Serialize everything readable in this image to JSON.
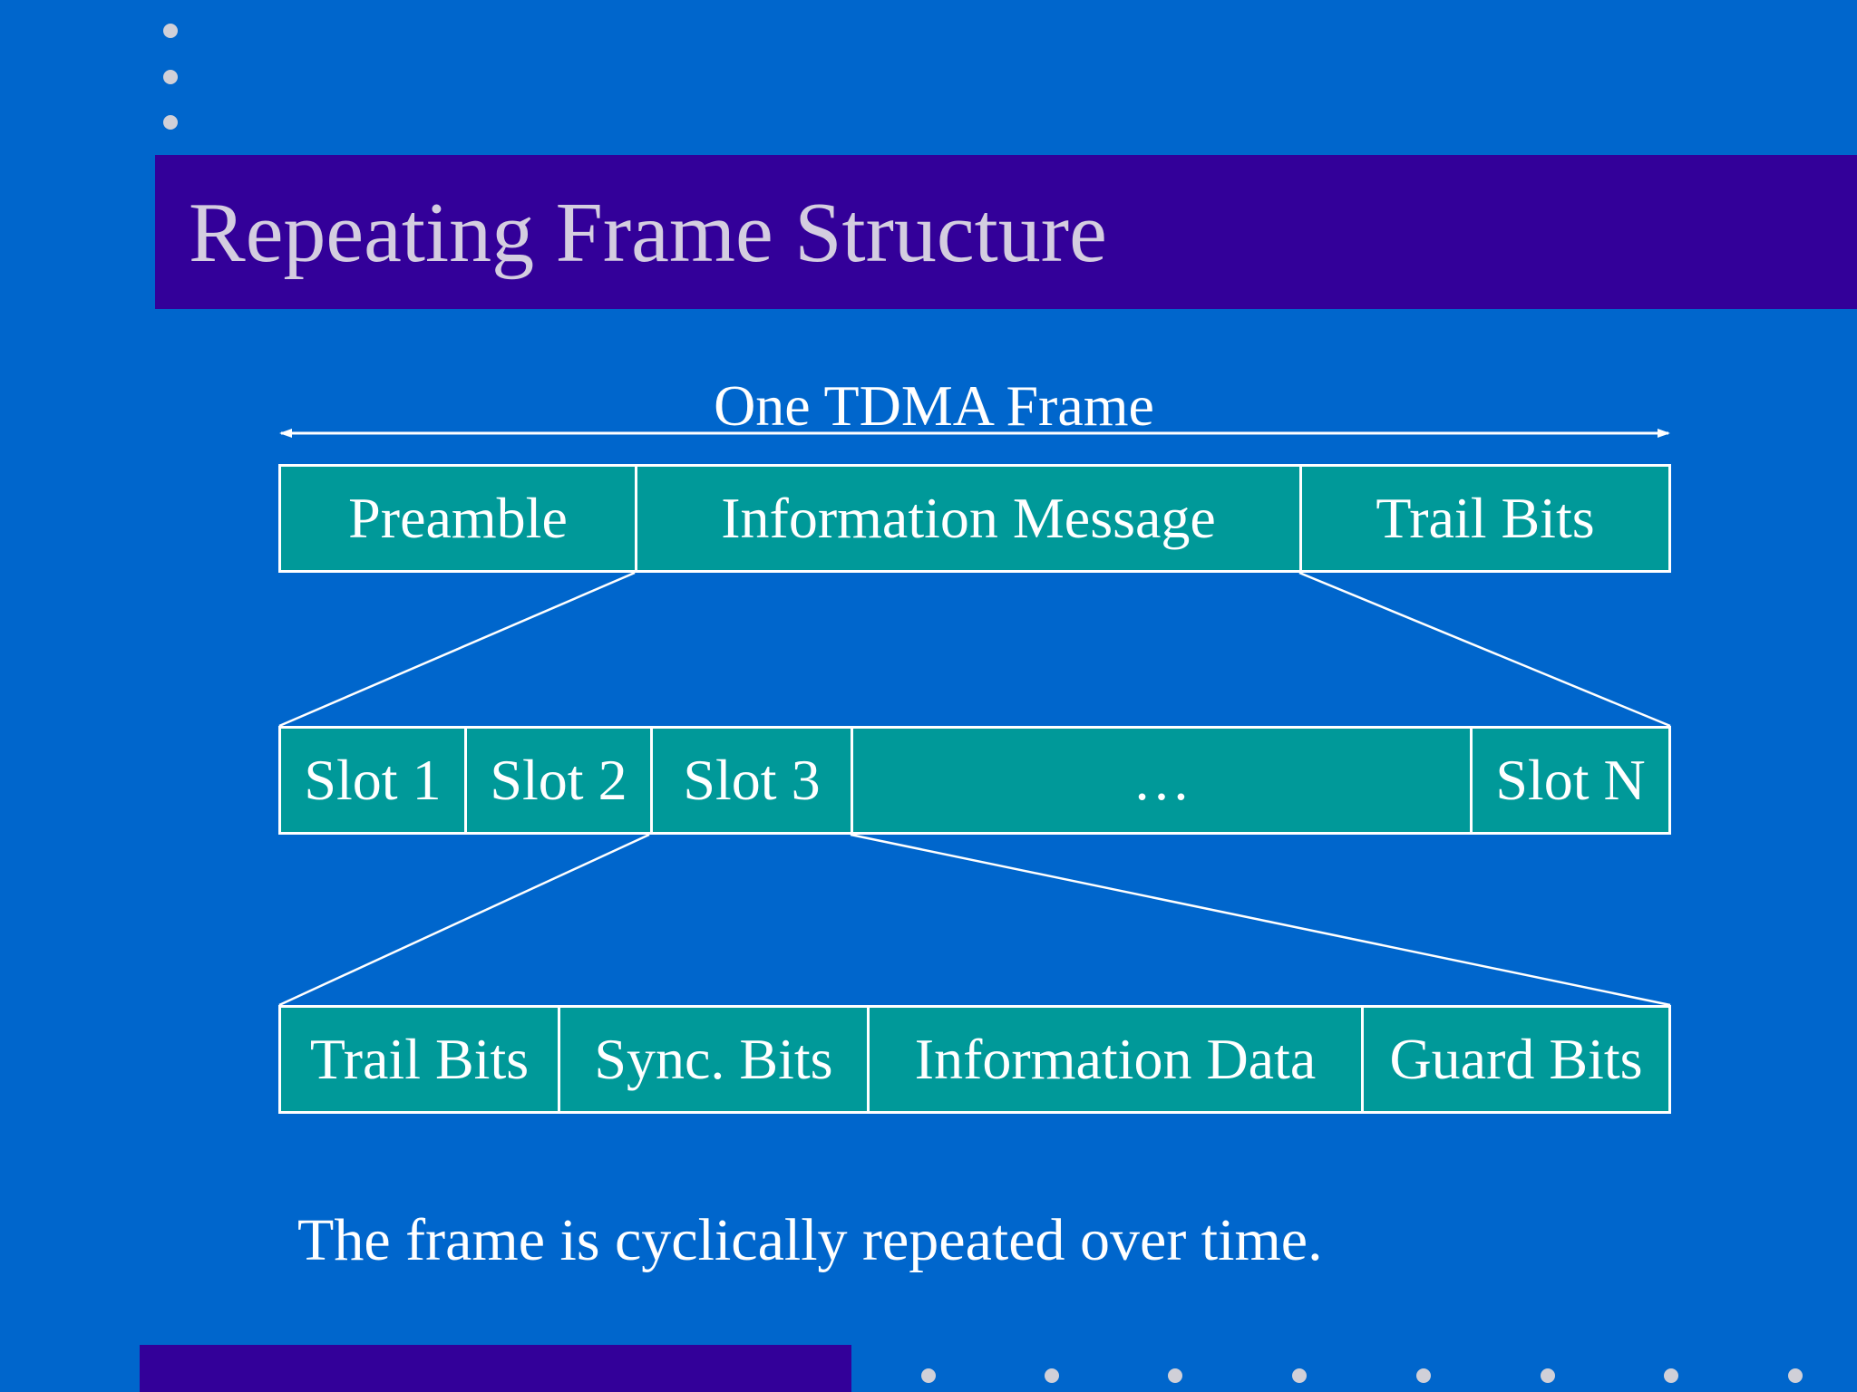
{
  "slide": {
    "title": "Repeating Frame Structure",
    "frame_label": "One TDMA Frame",
    "footer": "The frame is cyclically repeated over time."
  },
  "diagram": {
    "frame_fields": [
      "Preamble",
      "Information Message",
      "Trail Bits"
    ],
    "slots": [
      "Slot 1",
      "Slot 2",
      "Slot 3",
      "…",
      "Slot N"
    ],
    "slot_fields": [
      "Trail Bits",
      "Sync. Bits",
      "Information Data",
      "Guard Bits"
    ]
  },
  "colors": {
    "background": "#0066CC",
    "band": "#330099",
    "box_fill": "#009999",
    "line": "#FFFFFF",
    "title_text": "#D4CDE0"
  }
}
